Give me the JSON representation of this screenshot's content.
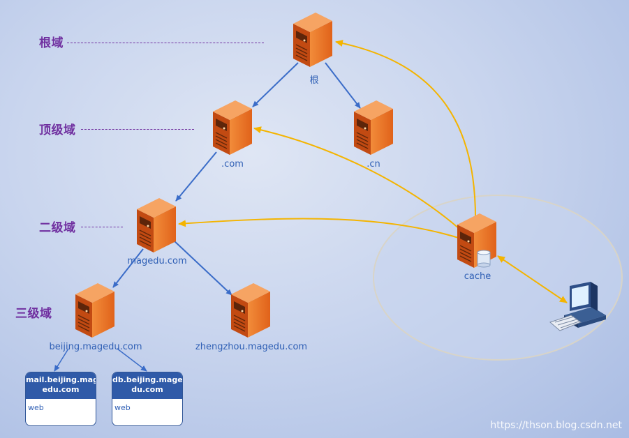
{
  "levels": {
    "root": "根域",
    "top": "顶级域",
    "second": "二级域",
    "third": "三级域"
  },
  "servers": {
    "root": "根",
    "com": ".com",
    "cn": ".cn",
    "magedu": "magedu.com",
    "beijing": "beijing.magedu.com",
    "zhengzhou": "zhengzhou.magedu.com",
    "cache": "cache"
  },
  "hosts": [
    {
      "title": "mail.beijing.mag edu.com",
      "title_line1": "mail.beijing.mag",
      "title_line2": "edu.com",
      "body": "web"
    },
    {
      "title": "db.beijing.mage du.com",
      "title_line1": "db.beijing.mage",
      "title_line2": "du.com",
      "body": "web"
    }
  ],
  "watermark": "https://thson.blog.csdn.net",
  "colors": {
    "hierarchy_arrow": "#3a6cc8",
    "query_arrow": "#f4b400",
    "level_text": "#7030a0",
    "server": "#e86a1a"
  }
}
